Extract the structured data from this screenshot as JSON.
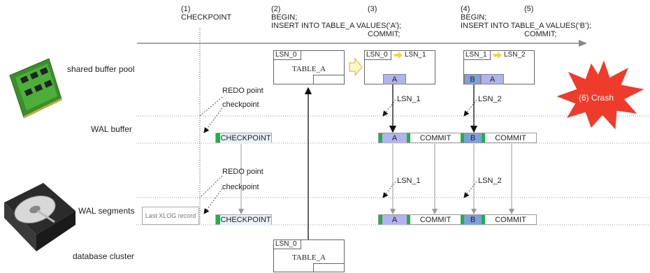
{
  "steps": {
    "s1_num": "(1)",
    "s1_text": "CHECKPOINT",
    "s2_num": "(2)",
    "s2_l1": "BEGIN;",
    "s2_l2": "INSERT INTO TABLE_A VALUES(’A’);",
    "s3_num": "(3)",
    "s3_text": "COMMIT;",
    "s4_num": "(4)",
    "s4_l1": "BEGIN;",
    "s4_l2": "INSERT INTO TABLE_A VALUES(‘B’);",
    "s5_num": "(5)",
    "s5_text": "COMMIT;"
  },
  "left_labels": {
    "shared_buffer_pool": "shared buffer pool",
    "wal_buffer": "WAL buffer",
    "wal_segments": "WAL segments",
    "database_cluster": "database cluster"
  },
  "buffer_pool": {
    "page0_lsn": "LSN_0",
    "page0_table": "TABLE_A",
    "page1_lsn_from": "LSN_0",
    "page1_lsn_to": "LSN_1",
    "page1_tuple": "A",
    "page2_lsn_from": "LSN_1",
    "page2_lsn_to": "LSN_2",
    "page2_tuple_b": "B",
    "page2_tuple_a": "A"
  },
  "annotations": {
    "redo_point": "REDO point",
    "checkpoint": "checkpoint",
    "redo_point_2": "REDO point",
    "checkpoint_2": "checkpoint",
    "lsn1_a": "LSN_1",
    "lsn2_a": "LSN_2",
    "lsn1_b": "LSN_1",
    "lsn2_b": "LSN_2"
  },
  "wal_buffer": {
    "checkpoint": "CHECKPOINT",
    "rec_a": "A",
    "commit_a": "COMMIT",
    "rec_b": "B",
    "commit_b": "COMMIT"
  },
  "wal_segments": {
    "last_xlog": "Last XLOG record",
    "checkpoint": "CHECKPOINT",
    "rec_a": "A",
    "commit_a": "COMMIT",
    "rec_b": "B",
    "commit_b": "COMMIT"
  },
  "db_cluster": {
    "lsn": "LSN_0",
    "table": "TABLE_A"
  },
  "crash": {
    "label": "(6) Crash",
    "color": "#ef3b2c"
  },
  "colors": {
    "wal_green": "#1fb04a",
    "tuple_a": "#b3b3ef",
    "tuple_b": "#7f9fd9",
    "arrow_yellow": "#f2d54a"
  },
  "icons": {
    "ram": "ram-module-icon",
    "disk": "hard-disk-icon"
  }
}
